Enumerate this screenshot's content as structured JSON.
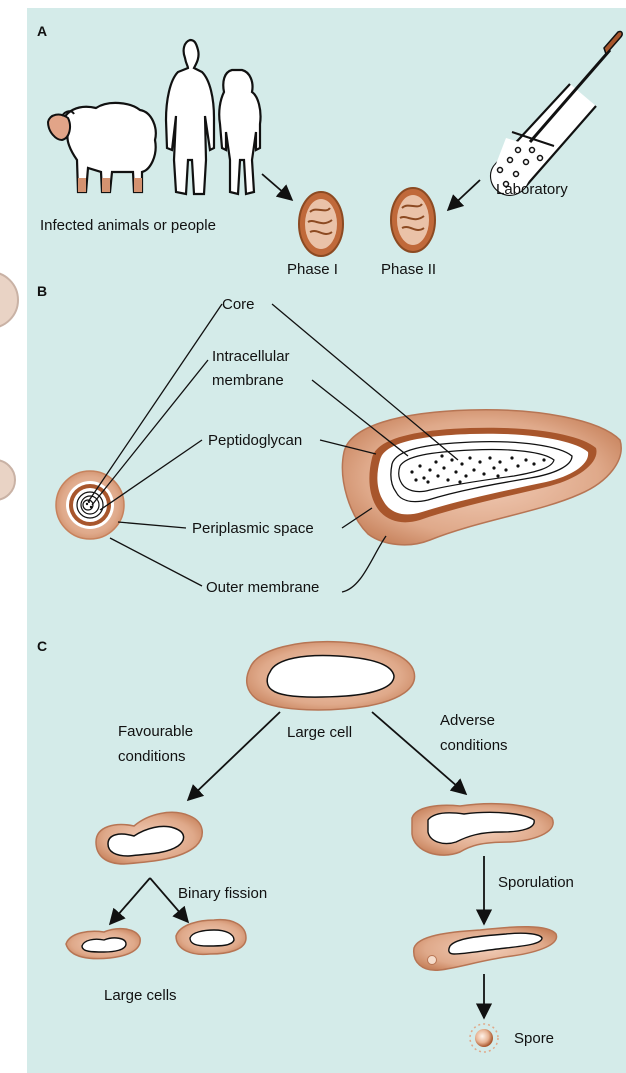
{
  "panels": {
    "a": {
      "letter": "A",
      "source_label": "Infected animals or people",
      "lab_label": "Laboratory",
      "phase1_label": "Phase I",
      "phase2_label": "Phase II"
    },
    "b": {
      "letter": "B",
      "labels": {
        "core": "Core",
        "intracellular_1": "Intracellular",
        "intracellular_2": "membrane",
        "peptidoglycan": "Peptidoglycan",
        "periplasmic": "Periplasmic space",
        "outer": "Outer membrane"
      }
    },
    "c": {
      "letter": "C",
      "large_cell": "Large cell",
      "favourable_1": "Favourable",
      "favourable_2": "conditions",
      "adverse_1": "Adverse",
      "adverse_2": "conditions",
      "binary_fission": "Binary fission",
      "sporulation": "Sporulation",
      "large_cells": "Large cells",
      "spore": "Spore"
    }
  },
  "colors": {
    "background": "#d4ebe9",
    "cell_fill": "#dfa98a",
    "cell_stroke": "#8c4a22",
    "wall_brown": "#a8562c",
    "silhouette": "#000000"
  }
}
